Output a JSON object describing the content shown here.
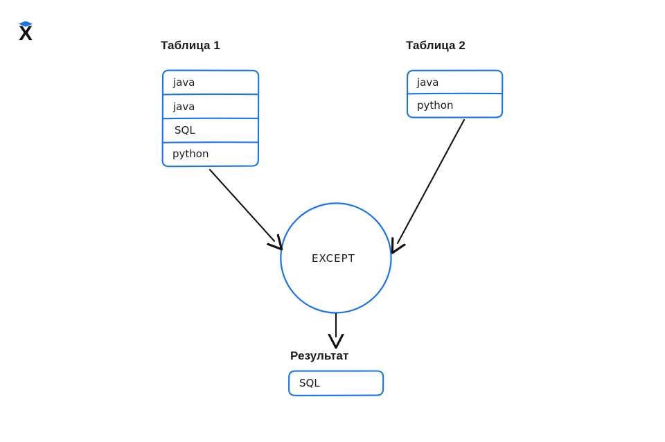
{
  "logo": {
    "name": "x-logo",
    "letter": "X",
    "accent_color": "#1a73e8",
    "letter_color": "#111111"
  },
  "theme": {
    "stroke_blue": "#1a73e8",
    "arrow_black": "#111111",
    "background": "#ffffff",
    "text_dark": "#1b1b1b"
  },
  "diagram": {
    "type": "sql-set-operation",
    "operation": "EXCEPT",
    "table1": {
      "caption": "Таблица 1",
      "rows": [
        "java",
        "java",
        "SQL",
        "python"
      ]
    },
    "table2": {
      "caption": "Таблица 2",
      "rows": [
        "java",
        "python"
      ]
    },
    "operator": {
      "label": "EXCEPT",
      "shape": "circle"
    },
    "result": {
      "caption": "Результат",
      "rows": [
        "SQL"
      ]
    },
    "arrows": [
      {
        "name": "arrow-table1-to-operator",
        "from": "table1",
        "to": "operator"
      },
      {
        "name": "arrow-table2-to-operator",
        "from": "table2",
        "to": "operator"
      },
      {
        "name": "arrow-operator-to-result",
        "from": "operator",
        "to": "result"
      }
    ]
  }
}
